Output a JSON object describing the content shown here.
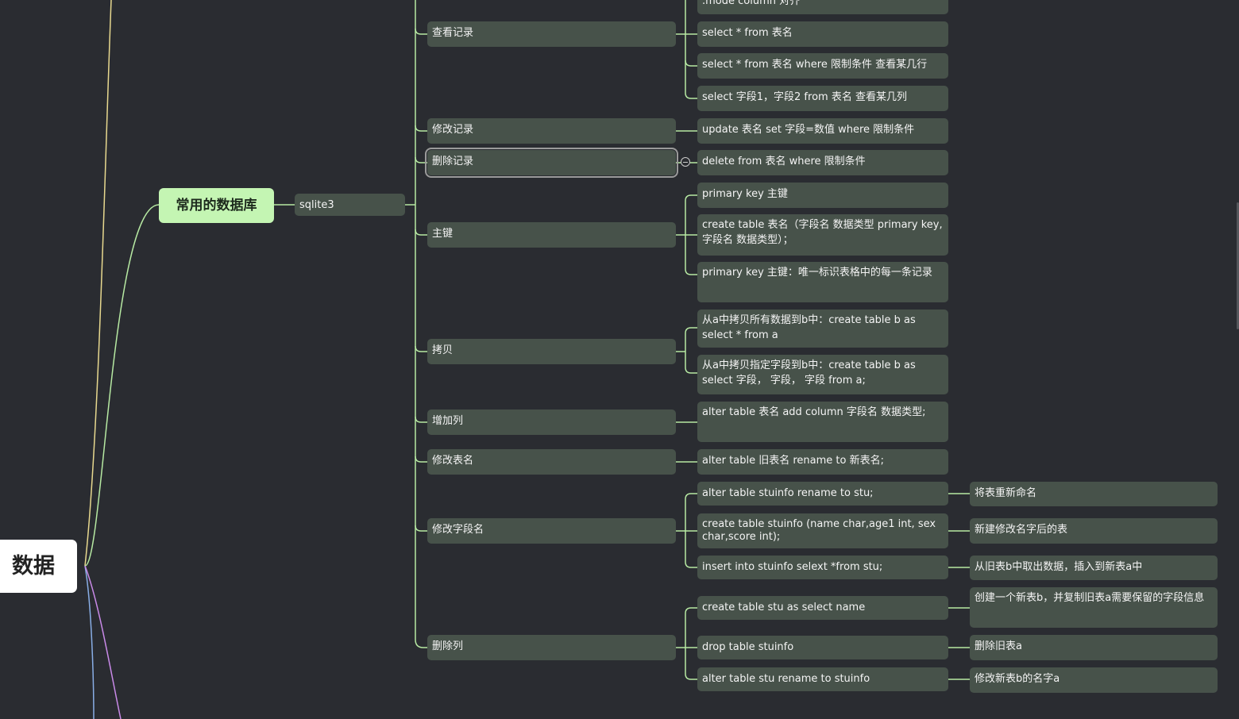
{
  "root": {
    "label": "数据库"
  },
  "category": {
    "label": "常用的数据库"
  },
  "db": {
    "label": "sqlite3"
  },
  "topics": [
    {
      "label": "查看记录"
    },
    {
      "label": "修改记录"
    },
    {
      "label": "删除记录"
    },
    {
      "label": "主键"
    },
    {
      "label": "拷贝"
    },
    {
      "label": "增加列"
    },
    {
      "label": "修改表名"
    },
    {
      "label": "修改字段名"
    },
    {
      "label": "删除列"
    }
  ],
  "details": [
    {
      "label": ".mode  column  对齐"
    },
    {
      "label": "select  * from 表名"
    },
    {
      "label": "select * from 表名 where 限制条件    查看某几行"
    },
    {
      "label": "select  字段1，字段2  from  表名    查看某几列"
    },
    {
      "label": "update 表名  set  字段=数值  where  限制条件"
    },
    {
      "label": "delete from  表名   where 限制条件"
    },
    {
      "label": "primary key  主键"
    },
    {
      "label": "create table 表名（字段名    数据类型    primary key,字段名  数据类型）；"
    },
    {
      "label": "primary   key 主键：唯一标识表格中的每一条记录"
    },
    {
      "label": "从a中拷贝所有数据到b中：create table b   as select * from  a"
    },
    {
      "label": "从a中拷贝指定字段到b中：create table b as select 字段，  字段，  字段   from a;"
    },
    {
      "label": "alter  table  表名   add  column  字段名  数据类型;"
    },
    {
      "label": "alter table  旧表名   rename  to  新表名;"
    },
    {
      "label": "alter table  stuinfo rename to  stu;"
    },
    {
      "label": "create table stuinfo (name  char,age1  int, sex char,score  int);"
    },
    {
      "label": "insert into stuinfo  selext *from  stu;"
    },
    {
      "label": "create table  stu  as  select name"
    },
    {
      "label": "drop table stuinfo"
    },
    {
      "label": "alter table stu  rename  to  stuinfo"
    }
  ],
  "notes": [
    {
      "label": "将表重新命名"
    },
    {
      "label": "新建修改名字后的表"
    },
    {
      "label": "从旧表b中取出数据，插入到新表a中"
    },
    {
      "label": "创建一个新表b，并复制旧表a需要保留的字段信息"
    },
    {
      "label": "删除旧表a"
    },
    {
      "label": "修改新表b的名字a"
    }
  ]
}
